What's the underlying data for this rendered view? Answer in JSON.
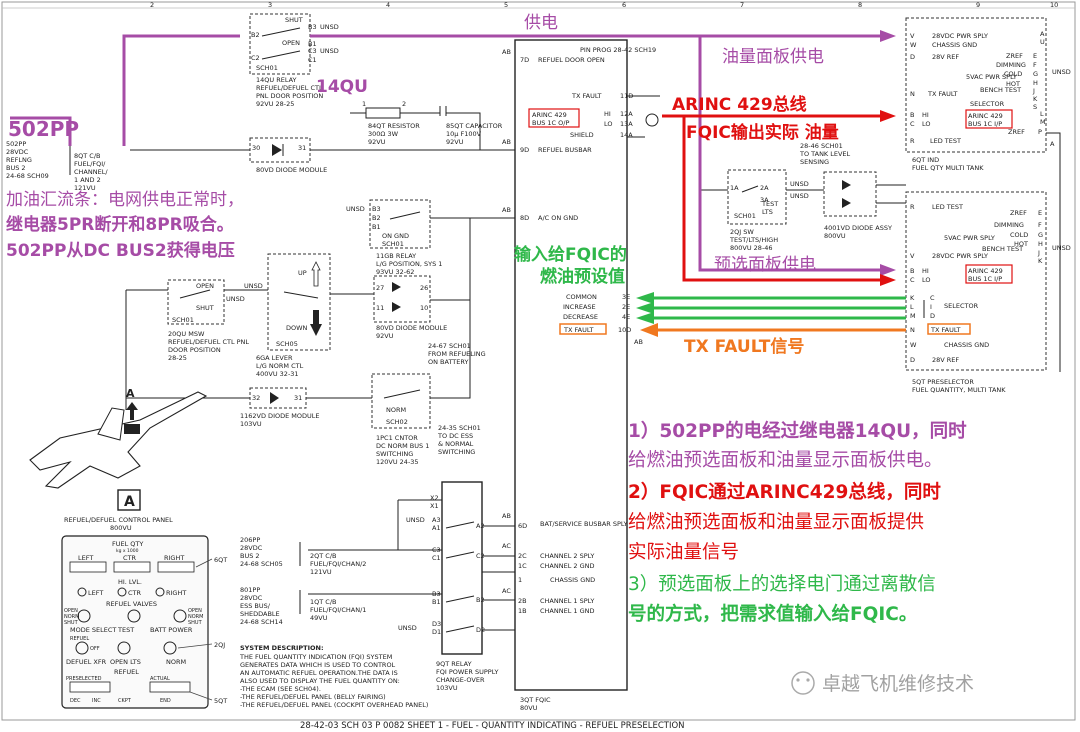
{
  "colors": {
    "purple": "#a64ca6",
    "red": "#e01010",
    "green": "#2fb84a",
    "orange": "#f07820",
    "wire": "#222222"
  },
  "grid_numbers": [
    "2",
    "3",
    "4",
    "5",
    "6",
    "7",
    "8",
    "9",
    "10"
  ],
  "relay_14qu": {
    "labels": [
      "SHUT",
      "OPEN",
      "B3",
      "B2",
      "B1",
      "C3",
      "C2",
      "C1",
      "UNSD",
      "UNSD",
      "SCH01"
    ],
    "caption": [
      "14QU  RELAY",
      "REFUEL/DEFUEL CTL",
      "PNL DOOR POSITION",
      "92VU   28-25"
    ]
  },
  "cb_8qt": {
    "labels": [
      "502PP",
      "28VDC",
      "REFLNG",
      "BUS 2",
      "24-68 SCH09"
    ],
    "caption": [
      "8QT   C/B",
      "FUEL/FQI/",
      "CHANNEL/",
      "1 AND 2",
      "121VU"
    ]
  },
  "resistor_84qt": {
    "labels": [
      "1",
      "2"
    ],
    "caption": [
      "84QT  RESISTOR",
      "300Ω  3W",
      "92VU"
    ]
  },
  "capacitor_85qt": {
    "caption": [
      "85QT CAPACITOR",
      "10µ F100V",
      "92VU"
    ]
  },
  "diode_80vd_a": {
    "labels": [
      "30",
      "31"
    ],
    "caption": "80VD  DIODE MODULE"
  },
  "fqic": {
    "caption": [
      "3QT   FQIC",
      "80VU"
    ],
    "pins": [
      {
        "pin": "7D",
        "label": "REFUEL DOOR OPEN",
        "side": "AB"
      },
      {
        "pin": "11D",
        "label": "TX FAULT",
        "side": ""
      },
      {
        "pin": "12A",
        "label": "HI",
        "side": ""
      },
      {
        "pin": "13A",
        "label": "LO",
        "side": ""
      },
      {
        "pin": "14A",
        "label": "SHIELD",
        "side": ""
      },
      {
        "pin": "9D",
        "label": "REFUEL BUSBAR",
        "side": "AB"
      },
      {
        "pin": "8D",
        "label": "A/C ON GND",
        "side": "AB"
      },
      {
        "pin": "3E",
        "label": "COMMON",
        "side": ""
      },
      {
        "pin": "2E",
        "label": "INCREASE",
        "side": ""
      },
      {
        "pin": "4E",
        "label": "DECREASE",
        "side": ""
      },
      {
        "pin": "10D",
        "label": "TX FAULT",
        "side": "AB"
      },
      {
        "pin": "6D",
        "label": "BAT/SERVICE BUSBAR SPLY",
        "side": "AB"
      },
      {
        "pin": "2C",
        "label": "CHANNEL 2 SPLY",
        "side": "AC"
      },
      {
        "pin": "1C",
        "label": "CHANNEL 2 GND",
        "side": ""
      },
      {
        "pin": "1",
        "label": "CHASSIS GND",
        "side": ""
      },
      {
        "pin": "2B",
        "label": "CHANNEL 1 SPLY",
        "side": "AC"
      },
      {
        "pin": "1B",
        "label": "CHANNEL 1 GND",
        "side": ""
      }
    ],
    "pin_prog": "PIN PROG     28-42 SCH19",
    "arinc_out": [
      "ARINC 429",
      "BUS 1C O/P"
    ]
  },
  "ind_6qt": {
    "caption": [
      "6QT   IND",
      "FUEL QTY MULTI TANK"
    ],
    "pins": [
      {
        "pin": "V",
        "label": "28VDC PWR SPLY"
      },
      {
        "pin": "W",
        "label": "CHASSIS GND"
      },
      {
        "pin": "D",
        "label": "28V REF"
      },
      {
        "pin": "E",
        "label": "ZREF"
      },
      {
        "pin": "F",
        "label": "DIMMING"
      },
      {
        "pin": "G",
        "label": "COLD"
      },
      {
        "pin": "H",
        "label": "5VAC PWR SPLY"
      },
      {
        "pin": "J",
        "label": "HOT"
      },
      {
        "pin": "K",
        "label": "BENCH TEST"
      },
      {
        "pin": "S",
        "label": "SELECTOR"
      },
      {
        "pin": "N",
        "label": "TX FAULT"
      },
      {
        "pin": "B",
        "label": "HI"
      },
      {
        "pin": "C",
        "label": "LO"
      },
      {
        "pin": "P",
        "label": "ZREF"
      },
      {
        "pin": "R",
        "label": "LED TEST"
      }
    ],
    "arinc_in": [
      "ARINC 429",
      "BUS 1C I/P"
    ],
    "unsd": "UNSD",
    "side_letters": [
      "A",
      "U",
      "Q",
      "T",
      "L",
      "M",
      "A"
    ]
  },
  "preselector_5qt": {
    "caption": [
      "5QT  PRESELECTOR",
      "FUEL QUANTITY, MULTI TANK"
    ],
    "pins": [
      {
        "pin": "R",
        "label": "LED TEST"
      },
      {
        "pin": "E",
        "label": "ZREF"
      },
      {
        "pin": "F",
        "label": "DIMMING"
      },
      {
        "pin": "G",
        "label": "COLD"
      },
      {
        "pin": "H",
        "label": "5VAC PWR SPLY"
      },
      {
        "pin": "J",
        "label": "HOT"
      },
      {
        "pin": "K",
        "label": "BENCH TEST"
      },
      {
        "pin": "V",
        "label": "28VDC PWR SPLY"
      },
      {
        "pin": "B",
        "label": "HI"
      },
      {
        "pin": "C",
        "label": "LO"
      },
      {
        "pin": "K",
        "label": "C"
      },
      {
        "pin": "L",
        "label": "I"
      },
      {
        "pin": "M",
        "label": "D"
      },
      {
        "pin": "N",
        "label": "TX FAULT"
      },
      {
        "pin": "W",
        "label": "CHASSIS GND"
      },
      {
        "pin": "D",
        "label": "28V REF"
      }
    ],
    "arinc_in": [
      "ARINC 429",
      "BUS 1C I/P"
    ],
    "selector": "SELECTOR",
    "unsd": "UNSD"
  },
  "switch_2qj": {
    "labels": [
      "1A",
      "2A",
      "3A",
      "UNSD",
      "TEST",
      "LTS",
      "SCH01"
    ],
    "caption": [
      "2QJ   SW",
      "TEST/LTS/HIGH",
      "800VU   28-46"
    ]
  },
  "diode_4001vd": {
    "labels": [
      "28-46 SCH01",
      "TO TANK LEVEL",
      "SENSING",
      "UNSD"
    ],
    "caption": [
      "4001VD  DIODE ASSY",
      "800VU"
    ]
  },
  "relay_11gb": {
    "labels": [
      "B3",
      "B2",
      "B1",
      "UNSD",
      "ON GND",
      "SCH01"
    ],
    "caption": [
      "11GB  RELAY",
      "L/G POSITION, SYS 1",
      "93VU   32-62"
    ]
  },
  "lever_6ga": {
    "labels": [
      "UP",
      "DOWN",
      "UNSD",
      "SCH05"
    ],
    "caption": [
      "6GA   LEVER",
      "L/G NORM CTL",
      "400VU   32-31"
    ]
  },
  "msw_20qu": {
    "labels": [
      "OPEN",
      "SHUT",
      "UNSD",
      "SCH01"
    ],
    "caption": [
      "20QU   MSW",
      "REFUEL/DEFUEL CTL PNL",
      "DOOR POSITION",
      "28-25"
    ]
  },
  "diode_80vd_b": {
    "labels": [
      "27",
      "26",
      "11",
      "10"
    ],
    "caption": [
      "80VD  DIODE MODULE",
      "92VU"
    ],
    "note": [
      "24-67 SCH01",
      "FROM REFUELING",
      "ON BATTERY"
    ]
  },
  "diode_1162vd": {
    "labels": [
      "32",
      "31"
    ],
    "caption": [
      "1162VD  DIODE MODULE",
      "103VU"
    ]
  },
  "cntor_1pc1": {
    "labels": [
      "NORM",
      "SCH02"
    ],
    "caption": [
      "1PC1  CNTOR",
      "DC NORM BUS 1",
      "SWITCHING",
      "120VU   24-35"
    ],
    "note": [
      "24-35 SCH01",
      "TO DC ESS",
      "& NORMAL",
      "SWITCHING"
    ]
  },
  "relay_9qt": {
    "labels": [
      "X2",
      "X1",
      "A3",
      "A1",
      "A2",
      "C3",
      "C1",
      "C2",
      "B3",
      "B1",
      "B2",
      "D3",
      "D1",
      "D2",
      "UNSD",
      "UNSD"
    ],
    "caption": [
      "9QT   RELAY",
      "FQI POWER SUPPLY",
      "CHANGE-OVER",
      "103VU"
    ]
  },
  "cb_2qt": {
    "labels": [
      "206PP",
      "28VDC",
      "BUS 2",
      "24-68 SCH05"
    ],
    "caption": [
      "2QT   C/B",
      "FUEL/FQI/CHAN/2",
      "121VU"
    ]
  },
  "cb_1qt": {
    "labels": [
      "801PP",
      "28VDC",
      "ESS BUS/",
      "SHEDDABLE",
      "24-68 SCH14"
    ],
    "caption": [
      "1QT   C/B",
      "FUEL/FQI/CHAN/1",
      "49VU"
    ]
  },
  "panel": {
    "letter": "A",
    "title": "REFUEL/DEFUEL CONTROL PANEL",
    "subtitle": "800VU",
    "fuel_qty": "FUEL QTY",
    "unit": "kg x 1000",
    "left": "LEFT",
    "ctr": "CTR",
    "right": "RIGHT",
    "hi_lvl": "HI. LVL.",
    "refuel_valves": "REFUEL VALVES",
    "open": "OPEN",
    "norm": "NORM",
    "shut": "SHUT",
    "mode_select": "MODE SELECT",
    "test": "TEST",
    "refuel": "REFUEL",
    "defuel_xfr": "DEFUEL XFR",
    "off": "OFF",
    "open_lts": "OPEN  LTS",
    "batt_power": "BATT POWER",
    "preselected": "PRESELECTED",
    "actual": "ACTUAL",
    "end": "END",
    "ckpt": "CKPT",
    "dec": "DEC",
    "inc": "INC",
    "refs": [
      "6QT",
      "2QJ",
      "5QT"
    ]
  },
  "aircraft_label": "A",
  "system_description": {
    "title": "SYSTEM DESCRIPTION:",
    "lines": [
      "THE FUEL QUANTITY INDICATION (FQI) SYSTEM",
      "GENERATES DATA WHICH IS USED TO CONTROL",
      "AN AUTOMATIC REFUEL OPERATION.THE DATA IS",
      "ALSO USED TO DISPLAY THE FUEL QUANTITY ON:",
      "-THE ECAM (SEE SCH04).",
      "-THE REFUEL/DEFUEL PANEL (BELLY FAIRING)",
      "-THE REFUEL/DEFUEL PANEL (COCKPIT OVERHEAD PANEL)"
    ]
  },
  "footer": "28-42-03 SCH 03 P 0082 SHEET 1 - FUEL - QUANTITY INDICATING - REFUEL PRESELECTION",
  "annotations": {
    "gongdian": "供电",
    "label_14qu": "14QU",
    "label_502pp": "502PP",
    "busbar_flow": [
      "加油汇流条：电网供电正常时，",
      "继电器5PR断开和8PR吸合。",
      "502PP从DC BUS2获得电压"
    ],
    "indicator_power": "油量面板供电",
    "arinc_title": "ARINC 429总线",
    "fqic_output": "FQIC输出实际 油量",
    "preselect_power": "预选面板供电",
    "input_fqic": [
      "输入给FQIC的",
      "燃油预设值"
    ],
    "tx_fault": "TX FAULT信号",
    "note1": [
      "1）502PP的电经过继电器14QU，同时",
      "给燃油预选面板和油量显示面板供电。"
    ],
    "note2": [
      "2）FQIC通过ARINC429总线，同时",
      "给燃油预选面板和油量显示面板提供",
      "实际油量信号"
    ],
    "note3": [
      "3）预选面板上的选择电门通过离散信",
      "号的方式，把需求值输入给FQIC。"
    ]
  },
  "watermark": "卓越飞机维修技术"
}
